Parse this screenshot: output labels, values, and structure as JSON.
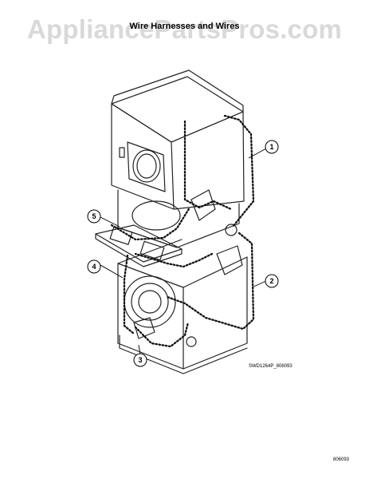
{
  "watermark": "AppliancePartsPros.com",
  "title": "Wire Harnesses and Wires",
  "callouts": [
    {
      "id": "callout-1",
      "label": "1"
    },
    {
      "id": "callout-2",
      "label": "2"
    },
    {
      "id": "callout-3",
      "label": "3"
    },
    {
      "id": "callout-4",
      "label": "4"
    },
    {
      "id": "callout-5",
      "label": "5"
    }
  ],
  "figure_code": "SWD1264P_806093",
  "page_code": "806093"
}
